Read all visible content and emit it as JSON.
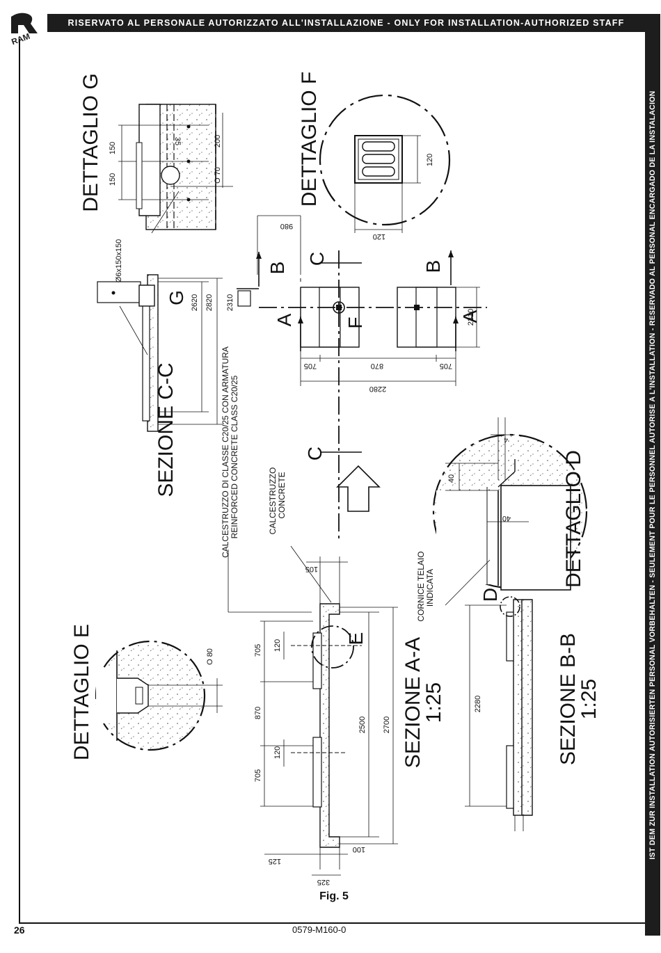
{
  "header": {
    "banner": "RISERVATO AL PERSONALE AUTORIZZATO ALL'INSTALLAZIONE - ONLY FOR INSTALLATION-AUTHORIZED STAFF"
  },
  "side_banner": {
    "text": "IST DEM ZUR INSTALLATION AUTORISIERTEN PERSONAL VORBEHALTEN - SEULEMENT POUR LE PERSONNEL AUTORISE A L'INSTALLATION - RESERVADO AL PERSONAL ENCARGADO DE LA INSTALACION"
  },
  "logo": {
    "icon": "ram-logo-icon",
    "text": "RAM"
  },
  "views": {
    "detail_g": "DETTAGLIO G",
    "detail_f": "DETTAGLIO F",
    "detail_d": "DETTAGLIO D",
    "detail_e": "DETTAGLIO E",
    "section_cc": "SEZIONE C-C",
    "section_aa": "SEZIONE A-A",
    "section_aa_scale": "1:25",
    "section_bb": "SEZIONE B-B",
    "section_bb_scale": "1:25"
  },
  "callouts": {
    "a": "A",
    "b": "B",
    "c": "C",
    "d": "D",
    "e": "E",
    "f": "F",
    "g": "G"
  },
  "notes": {
    "concrete_class_it": "CALCESTRUZZO DI CLASSE C20/25 CON ARMATURA",
    "concrete_class_en": "REINFORCED CONCRETE CLASS C20/25",
    "concrete_it": "CALCESTRUZZO",
    "concrete_en": "CONCRETE",
    "frame_it": "CORNICE TELAIO",
    "frame_it_2": "INDICATA",
    "rebar": "Ø6x150x150"
  },
  "dimensions": {
    "g_150a": "150",
    "g_150b": "150",
    "g_35": "35",
    "g_200": "200",
    "g_o70": "O 70",
    "f_120a": "120",
    "f_120b": "120",
    "top_980": "980",
    "cc_2620": "2620",
    "cc_2820": "2820",
    "cc_2310": "2310",
    "plan_2310": "2310",
    "plan_705a": "705",
    "plan_870": "870",
    "plan_705b": "705",
    "plan_2280": "2280",
    "d_4": "4",
    "d_40a": "40",
    "d_40b": "40",
    "aa_105": "105",
    "aa_705a": "705",
    "aa_120a": "120",
    "aa_870": "870",
    "aa_705b": "705",
    "aa_120b": "120",
    "aa_2500": "2500",
    "aa_2700": "2700",
    "aa_125": "125",
    "aa_325": "325",
    "aa_100": "100",
    "e_o80": "O 80",
    "bb_2280": "2280"
  },
  "footer": {
    "figure": "Fig. 5",
    "page": "26",
    "code": "0579-M160-0"
  }
}
